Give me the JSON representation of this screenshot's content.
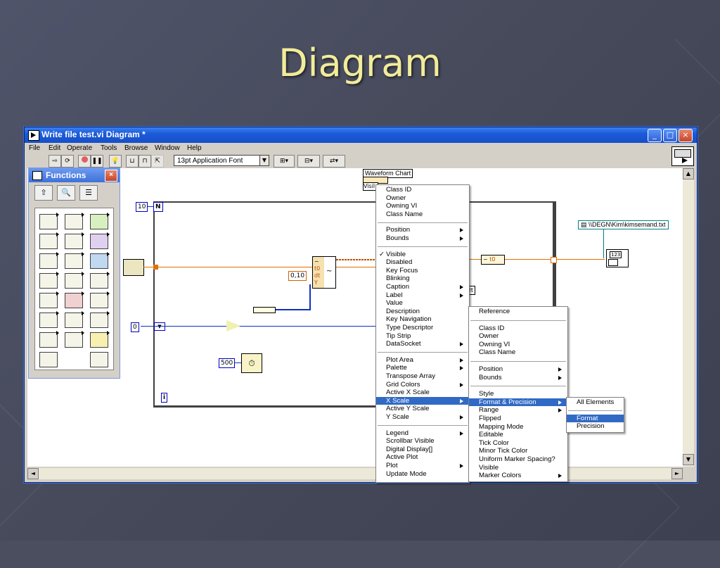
{
  "slide": {
    "title": "Diagram"
  },
  "window": {
    "title": "Write file test.vi Diagram *",
    "menubar": [
      "File",
      "Edit",
      "Operate",
      "Tools",
      "Browse",
      "Window",
      "Help"
    ],
    "font_selector": "13pt Application Font"
  },
  "palette": {
    "title": "Functions"
  },
  "diagram": {
    "loop_count": "10",
    "count_terminal": "N",
    "iteration_terminal": "i",
    "const_zero": "0",
    "const_500": "500",
    "const_0_10": "0,10",
    "waveform_chart_label": "Waveform Chart",
    "visible_label": "Visil",
    "chart_fragment": "art",
    "file_path": "\\\\DEGN\\Kim\\kimsemand.txt",
    "build_waveform_inputs": [
      "t0",
      "dt",
      "Y"
    ],
    "t0_output": "t0",
    "file_icon_text": "123"
  },
  "menu1": {
    "items": [
      {
        "label": "Class ID"
      },
      {
        "label": "Owner"
      },
      {
        "label": "Owning VI"
      },
      {
        "label": "Class Name"
      },
      {
        "sep": true
      },
      {
        "label": "Position",
        "sub": true
      },
      {
        "label": "Bounds",
        "sub": true
      },
      {
        "sep": true
      },
      {
        "label": "Visible",
        "check": true
      },
      {
        "label": "Disabled"
      },
      {
        "label": "Key Focus"
      },
      {
        "label": "Blinking"
      },
      {
        "label": "Caption",
        "sub": true
      },
      {
        "label": "Label",
        "sub": true
      },
      {
        "label": "Value"
      },
      {
        "label": "Description"
      },
      {
        "label": "Key Navigation"
      },
      {
        "label": "Type Descriptor"
      },
      {
        "label": "Tip Strip"
      },
      {
        "label": "DataSocket",
        "sub": true
      },
      {
        "sep": true
      },
      {
        "label": "Plot Area",
        "sub": true
      },
      {
        "label": "Palette",
        "sub": true
      },
      {
        "label": "Transpose Array"
      },
      {
        "label": "Grid Colors",
        "sub": true
      },
      {
        "label": "Active X Scale"
      },
      {
        "label": "X Scale",
        "sub": true,
        "highlight": true
      },
      {
        "label": "Active Y Scale"
      },
      {
        "label": "Y Scale",
        "sub": true
      },
      {
        "sep": true
      },
      {
        "label": "Legend",
        "sub": true
      },
      {
        "label": "Scrollbar Visible"
      },
      {
        "label": "Digital Display[]"
      },
      {
        "label": "Active Plot"
      },
      {
        "label": "Plot",
        "sub": true
      },
      {
        "label": "Update Mode"
      }
    ]
  },
  "menu2": {
    "items": [
      {
        "label": "Reference"
      },
      {
        "sep": true
      },
      {
        "label": "Class ID"
      },
      {
        "label": "Owner"
      },
      {
        "label": "Owning VI"
      },
      {
        "label": "Class Name"
      },
      {
        "sep": true
      },
      {
        "label": "Position",
        "sub": true
      },
      {
        "label": "Bounds",
        "sub": true
      },
      {
        "sep": true
      },
      {
        "label": "Style"
      },
      {
        "label": "Format & Precision",
        "sub": true,
        "highlight": true
      },
      {
        "label": "Range",
        "sub": true
      },
      {
        "label": "Flipped"
      },
      {
        "label": "Mapping Mode"
      },
      {
        "label": "Editable"
      },
      {
        "label": "Tick Color"
      },
      {
        "label": "Minor Tick Color"
      },
      {
        "label": "Uniform Marker Spacing?"
      },
      {
        "label": "Visible"
      },
      {
        "label": "Marker Colors",
        "sub": true
      }
    ]
  },
  "menu3": {
    "items": [
      {
        "label": "All Elements"
      },
      {
        "sep": true
      },
      {
        "label": "Format",
        "highlight": true
      },
      {
        "label": "Precision"
      }
    ]
  },
  "colors": {
    "highlight": "#316ac5",
    "titlebar": "#1c5ad8",
    "slide_title": "#f2ec9a",
    "wire_orange": "#e07000",
    "wire_blue": "#1030c0"
  }
}
